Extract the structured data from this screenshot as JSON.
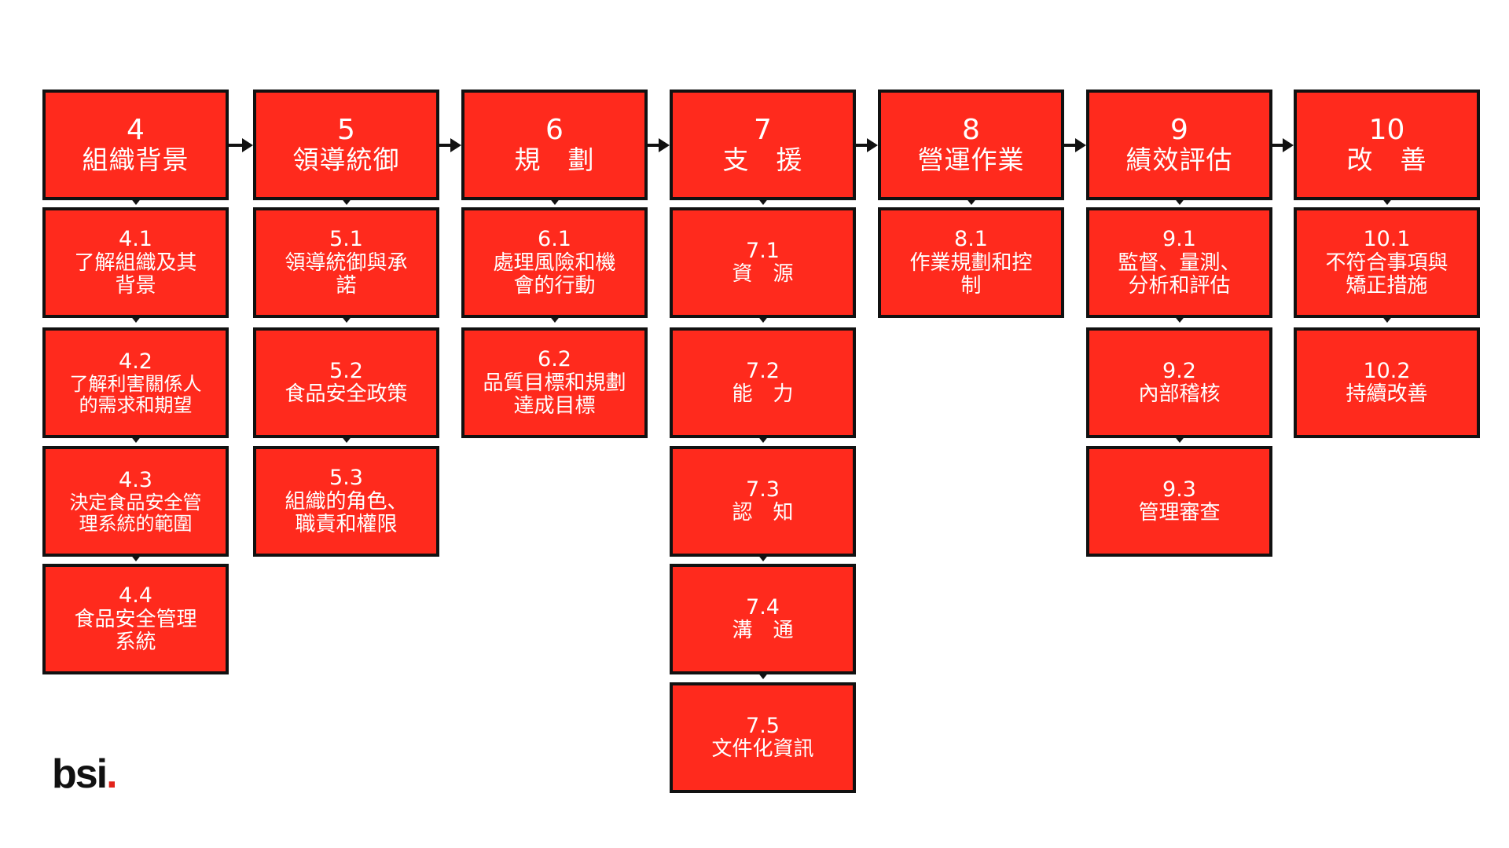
{
  "colors": {
    "box_fill": "#ff2a1d",
    "box_border": "#111111",
    "text": "#ffffff",
    "logo_dot": "#e2231a"
  },
  "columns": [
    {
      "number": "4",
      "title": "組織背景",
      "items": [
        {
          "number": "4.1",
          "label": "了解組織及其\n背景"
        },
        {
          "number": "4.2",
          "label": "了解利害關係人\n的需求和期望"
        },
        {
          "number": "4.3",
          "label": "決定食品安全管\n理系統的範圍"
        },
        {
          "number": "4.4",
          "label": "食品安全管理\n系統"
        }
      ]
    },
    {
      "number": "5",
      "title": "領導統御",
      "items": [
        {
          "number": "5.1",
          "label": "領導統御與承\n諾"
        },
        {
          "number": "5.2",
          "label": "食品安全政策"
        },
        {
          "number": "5.3",
          "label": "組織的角色、\n職責和權限"
        }
      ]
    },
    {
      "number": "6",
      "title": "規　劃",
      "items": [
        {
          "number": "6.1",
          "label": "處理風險和機\n會的行動"
        },
        {
          "number": "6.2",
          "label": "品質目標和規劃\n達成目標"
        }
      ]
    },
    {
      "number": "7",
      "title": "支　援",
      "items": [
        {
          "number": "7.1",
          "label": "資　源"
        },
        {
          "number": "7.2",
          "label": "能　力"
        },
        {
          "number": "7.3",
          "label": "認　知"
        },
        {
          "number": "7.4",
          "label": "溝　通"
        },
        {
          "number": "7.5",
          "label": "文件化資訊"
        }
      ]
    },
    {
      "number": "8",
      "title": "營運作業",
      "items": [
        {
          "number": "8.1",
          "label": "作業規劃和控\n制"
        }
      ]
    },
    {
      "number": "9",
      "title": "績效評估",
      "items": [
        {
          "number": "9.1",
          "label": "監督、量測、\n分析和評估"
        },
        {
          "number": "9.2",
          "label": "內部稽核"
        },
        {
          "number": "9.3",
          "label": "管理審查"
        }
      ]
    },
    {
      "number": "10",
      "title": "改　善",
      "items": [
        {
          "number": "10.1",
          "label": "不符合事項與\n矯正措施"
        },
        {
          "number": "10.2",
          "label": "持續改善"
        }
      ]
    }
  ],
  "logo": {
    "text": "bsi",
    "dot": "."
  }
}
